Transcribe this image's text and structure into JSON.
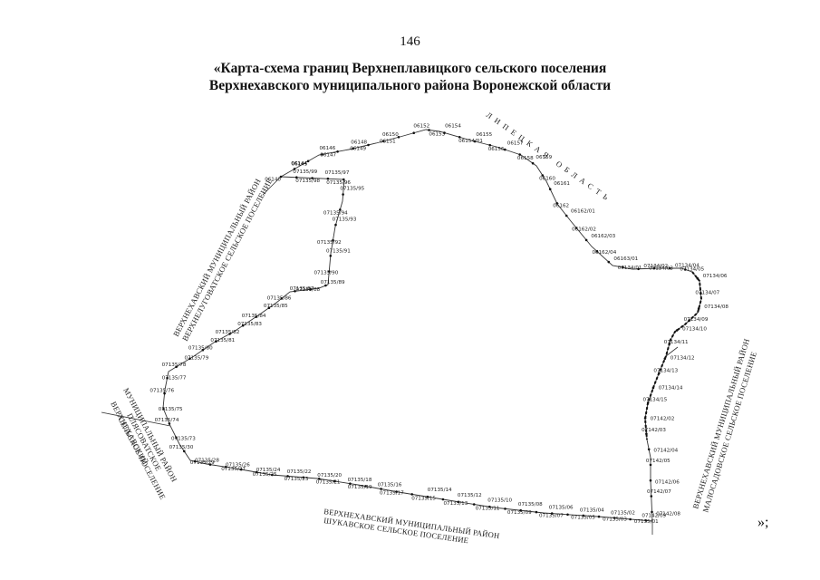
{
  "page_number": "146",
  "title_line1": "«Карта-схема границ Верхнеплавицкого сельского поселения",
  "title_line2": "Верхнехавского муниципального района Воронежской области",
  "closing_mark": "»;",
  "region_labels": {
    "lipetsk": "ЛИПЕЦКАЯ ОБЛАСТЬ",
    "nw_line1": "ВЕРХНЕХАВСКИЙ МУНИЦИПАЛЬНЫЙ РАЙОН",
    "nw_line2": "ВЕРХНЕЛУГОВАТСКОЕ СЕЛЬСКОЕ ПОСЕЛЕНИЕ",
    "w_line1": "ВЕРХНЕХАВСКИЙ",
    "w_line2": "МУНИЦИПАЛЬНЫЙ РАЙОН",
    "w_line3": "ПЛЯСОВАТСКОЕ",
    "w_line4": "СЕЛЬСКОЕ ПОСЕЛЕНИЕ",
    "s_line1": "ВЕРХНЕХАВСКИЙ МУНИЦИПАЛЬНЫЙ РАЙОН",
    "s_line2": "ШУКАВСКОЕ СЕЛЬСКОЕ ПОСЕЛЕНИЕ",
    "e_line1": "ВЕРХНЕХАВСКИЙ МУНИЦИПАЛЬНЫЙ РАЙОН",
    "e_line2": "МАЛОСАДОВСКОЕ СЕЛЬСКОЕ ПОСЕЛЕНИЕ"
  },
  "boundary_points": [
    "06140",
    "06144",
    "06145",
    "06146",
    "06147",
    "06148",
    "06149",
    "06150",
    "06151",
    "06152",
    "06153",
    "06154",
    "06154/01",
    "06155",
    "06156",
    "06157",
    "06158",
    "06159",
    "06160",
    "06161",
    "06162",
    "06162/01",
    "06162/02",
    "06162/03",
    "06162/04",
    "06163/01",
    "07134/01",
    "07134/02",
    "07134/03",
    "07134/04",
    "07134/05",
    "07134/06",
    "07134/07",
    "07134/08",
    "07134/09",
    "07134/10",
    "07134/11",
    "07134/12",
    "07134/13",
    "07134/14",
    "07134/15",
    "07142/02",
    "07142/03",
    "07142/04",
    "07142/05",
    "07142/06",
    "07142/07",
    "07142/08",
    "07142/09",
    "07135/01",
    "07135/02",
    "07135/03",
    "07135/04",
    "07135/05",
    "07135/06",
    "07135/07",
    "07135/08",
    "07135/09",
    "07135/10",
    "07135/11",
    "07135/12",
    "07135/13",
    "07135/14",
    "07135/15",
    "07135/16",
    "07135/17",
    "07135/18",
    "07135/19",
    "07135/20",
    "07135/21",
    "07135/22",
    "07135/23",
    "07135/24",
    "07135/25",
    "07135/26",
    "07135/27",
    "07135/28",
    "07135/29",
    "07135/30",
    "07135/73",
    "07135/74",
    "07135/75",
    "07135/76",
    "07135/77",
    "07135/78",
    "07135/79",
    "07135/80",
    "07135/81",
    "07135/82",
    "07135/83",
    "07135/84",
    "07135/85",
    "07135/86",
    "07135/87",
    "07135/88",
    "07135/89",
    "07135/90",
    "07135/91",
    "07135/92",
    "07135/93",
    "07135/94",
    "07135/95",
    "07135/96",
    "07135/97",
    "07135/98",
    "07135/99"
  ]
}
